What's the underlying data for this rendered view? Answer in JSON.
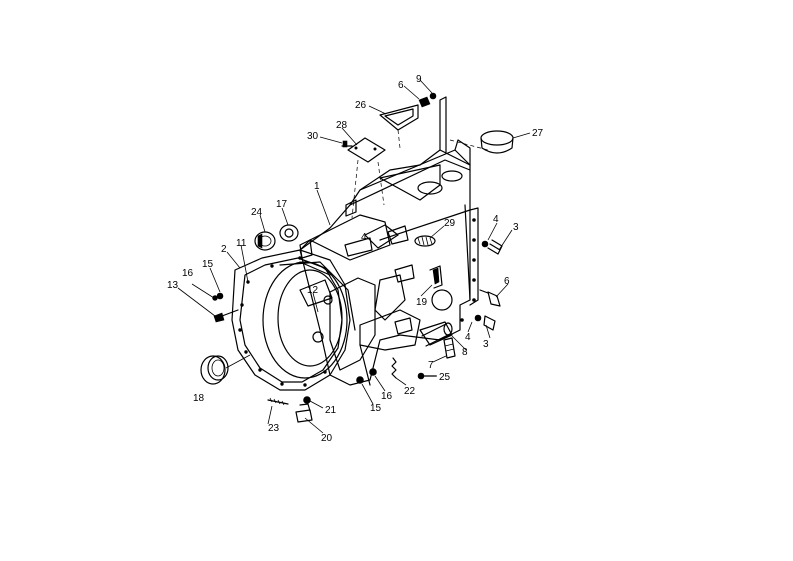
{
  "callouts": [
    {
      "id": "c1",
      "text": "1"
    },
    {
      "id": "c2",
      "text": "2"
    },
    {
      "id": "c3a",
      "text": "3"
    },
    {
      "id": "c3b",
      "text": "3"
    },
    {
      "id": "c4a",
      "text": "4"
    },
    {
      "id": "c4b",
      "text": "4"
    },
    {
      "id": "c4c",
      "text": "4"
    },
    {
      "id": "c6a",
      "text": "6"
    },
    {
      "id": "c6b",
      "text": "6"
    },
    {
      "id": "c7",
      "text": "7"
    },
    {
      "id": "c8",
      "text": "8"
    },
    {
      "id": "c9",
      "text": "9"
    },
    {
      "id": "c11",
      "text": "11"
    },
    {
      "id": "c12",
      "text": "12"
    },
    {
      "id": "c13",
      "text": "13"
    },
    {
      "id": "c15a",
      "text": "15"
    },
    {
      "id": "c15b",
      "text": "15"
    },
    {
      "id": "c16a",
      "text": "16"
    },
    {
      "id": "c16b",
      "text": "16"
    },
    {
      "id": "c17",
      "text": "17"
    },
    {
      "id": "c18",
      "text": "18"
    },
    {
      "id": "c19",
      "text": "19"
    },
    {
      "id": "c20",
      "text": "20"
    },
    {
      "id": "c21",
      "text": "21"
    },
    {
      "id": "c22",
      "text": "22"
    },
    {
      "id": "c23",
      "text": "23"
    },
    {
      "id": "c24",
      "text": "24"
    },
    {
      "id": "c25",
      "text": "25"
    },
    {
      "id": "c26",
      "text": "26"
    },
    {
      "id": "c27",
      "text": "27"
    },
    {
      "id": "c28",
      "text": "28"
    },
    {
      "id": "c29",
      "text": "29"
    },
    {
      "id": "c30",
      "text": "30"
    }
  ]
}
